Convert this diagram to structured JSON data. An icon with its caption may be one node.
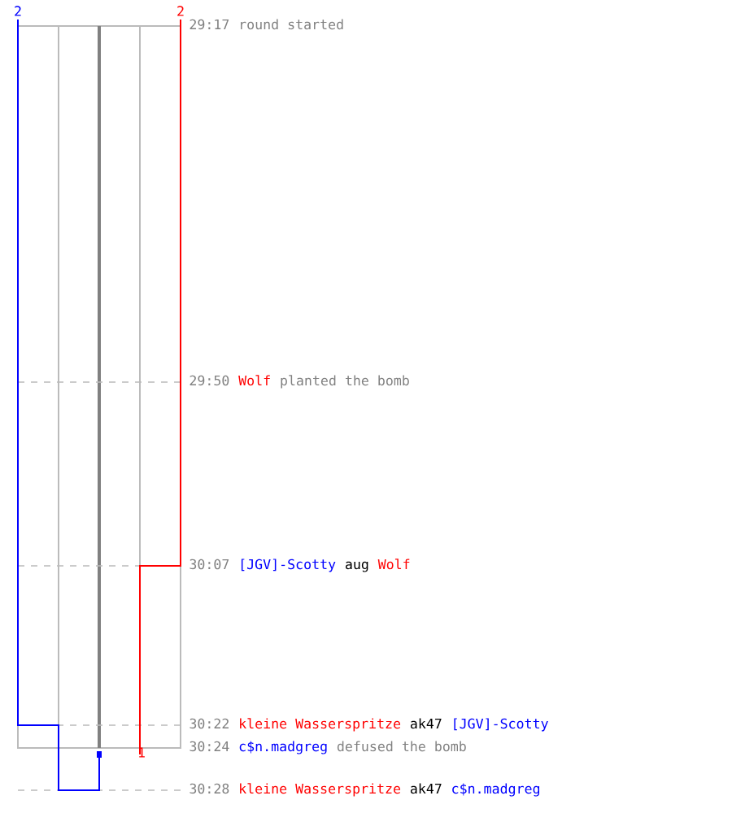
{
  "diagram": {
    "labels": [
      "2",
      "2",
      "29:17",
      "round started",
      "29:50",
      "Wolf",
      "planted the bomb",
      "30:07",
      "[JGV]-Scotty",
      "aug",
      "Wolf",
      "30:22",
      "kleine Wasserspritze",
      "ak47",
      "[JGV]-Scotty",
      "30:24",
      "c$n.madgreg",
      "defused the bomb",
      "1",
      "30:28",
      "kleine Wasserspritze",
      "ak47",
      "c$n.madgreg"
    ]
  }
}
